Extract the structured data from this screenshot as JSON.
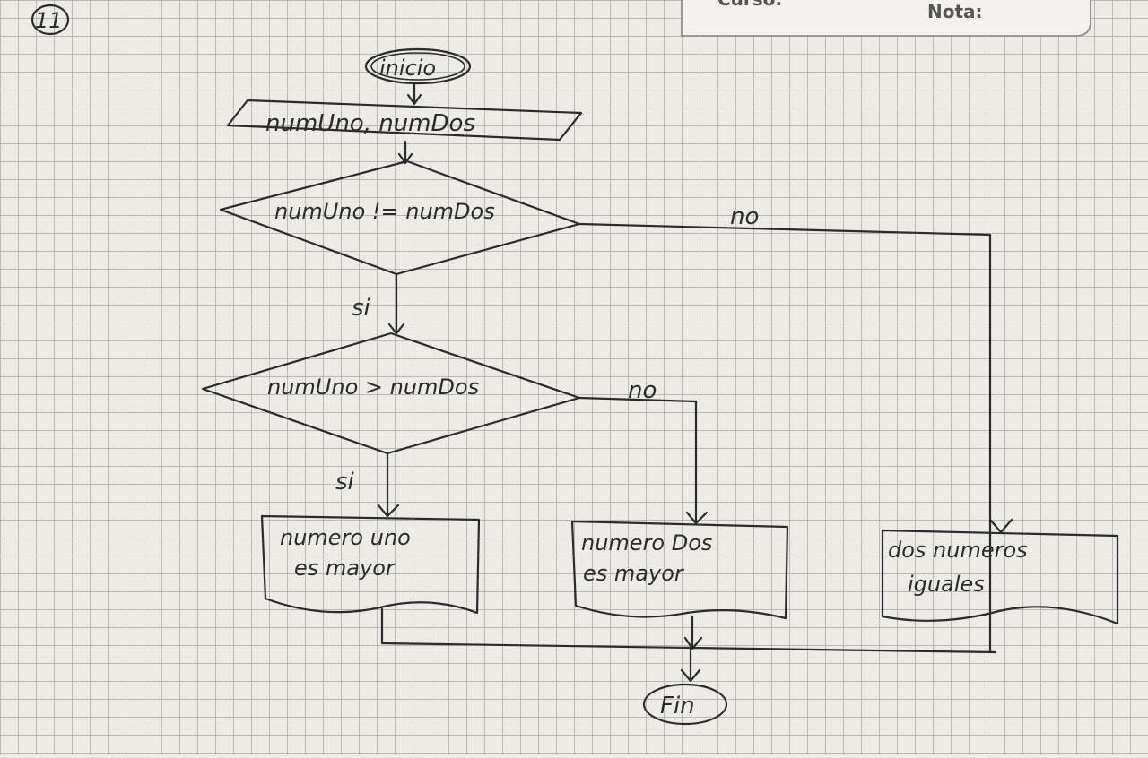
{
  "exercise_number": "11",
  "header": {
    "curso_label": "Curso:",
    "nota_label": "Nota:"
  },
  "flowchart": {
    "start": "inicio",
    "input": "numUno, numDos",
    "decision1": "numUno != numDos",
    "decision1_no": "no",
    "decision1_yes": "si",
    "decision2": "numUno > numDos",
    "decision2_no": "no",
    "decision2_yes": "si",
    "output1_line1": "numero uno",
    "output1_line2": "es mayor",
    "output2_line1": "numero Dos",
    "output2_line2": "es mayor",
    "output3_line1": "dos numeros",
    "output3_line2": "iguales",
    "end": "Fin"
  },
  "colors": {
    "paper": "#ecebe6",
    "grid": "#9a9a96",
    "ink": "#2b2b2e"
  }
}
